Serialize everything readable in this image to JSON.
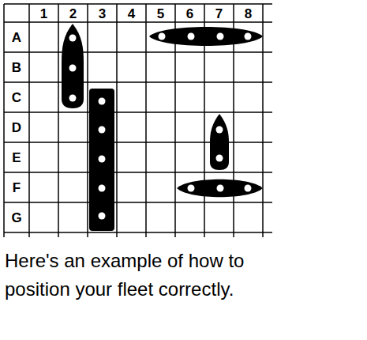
{
  "diagram": {
    "caption": "Here's an example of how to position your fleet correctly.",
    "labels": [
      "1",
      "2",
      "3",
      "4",
      "5",
      "6",
      "7",
      "8",
      "A",
      "B",
      "C",
      "D",
      "E",
      "F",
      "G"
    ]
  }
}
